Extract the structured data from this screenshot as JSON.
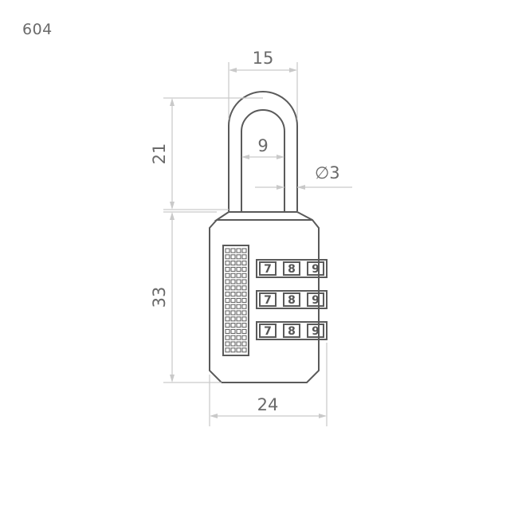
{
  "model": "604",
  "dimensions": {
    "shackle_width": "15",
    "shackle_inner_width": "9",
    "shackle_height": "21",
    "shackle_diameter": "∅3",
    "body_height": "33",
    "body_width": "24"
  },
  "dials": [
    [
      "7",
      "8",
      "9"
    ],
    [
      "7",
      "8",
      "9"
    ],
    [
      "7",
      "8",
      "9"
    ]
  ],
  "colors": {
    "outline": "#5a5a5a",
    "dimension_lines": "#c9c9c9",
    "text": "#6a6a6a"
  }
}
